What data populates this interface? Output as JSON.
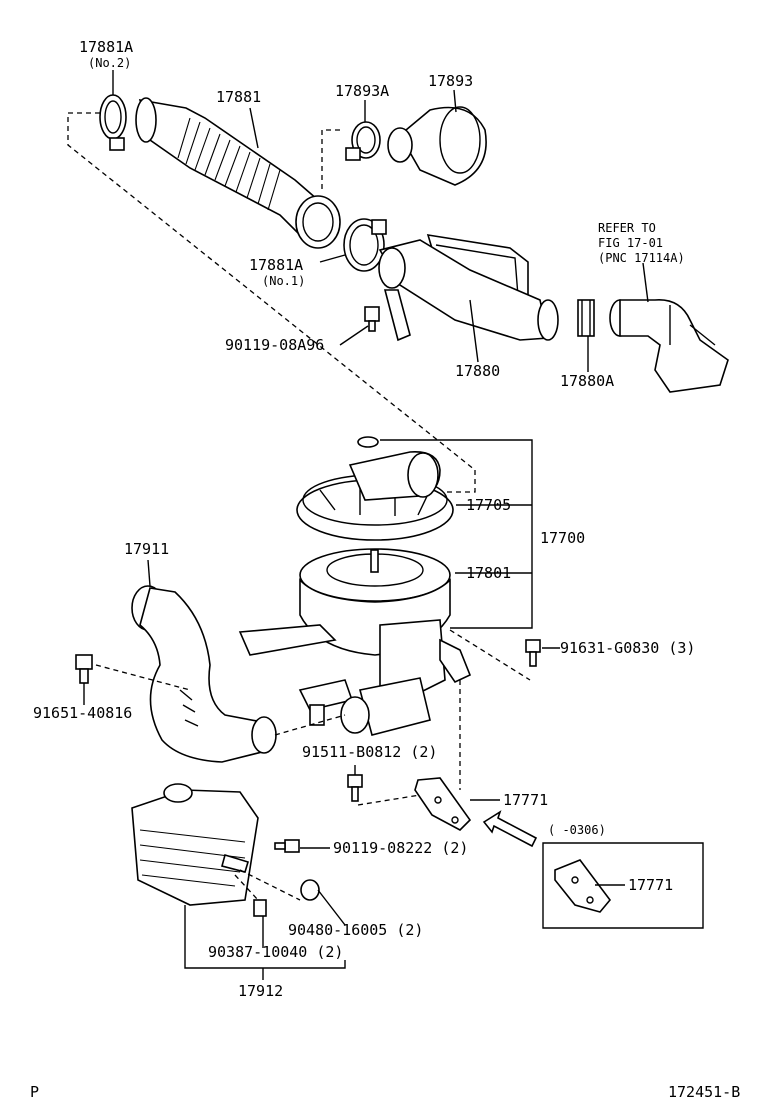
{
  "diagram": {
    "corner_left": "P",
    "figure_id": "172451-B",
    "labels": {
      "p17881A_no2": "17881A",
      "p17881A_no2_sub": "(No.2)",
      "p17881": "17881",
      "p17893A": "17893A",
      "p17893": "17893",
      "refer1": "REFER TO",
      "refer2": "FIG 17-01",
      "refer3": "(PNC 17114A)",
      "p17881A_no1": "17881A",
      "p17881A_no1_sub": "(No.1)",
      "p90119_08A96": "90119-08A96",
      "p17880": "17880",
      "p17880A": "17880A",
      "p17705": "17705",
      "p17700": "17700",
      "p17911": "17911",
      "p17801": "17801",
      "p91631": "91631-G0830 (3)",
      "p91651": "91651-40816",
      "p91511": "91511-B0812 (2)",
      "p17771": "17771",
      "inset_range": "(      -0306)",
      "inset_17771": "17771",
      "p90119_08222": "90119-08222 (2)",
      "p90480": "90480-16005 (2)",
      "p90387": "90387-10040 (2)",
      "p17912": "17912"
    }
  }
}
